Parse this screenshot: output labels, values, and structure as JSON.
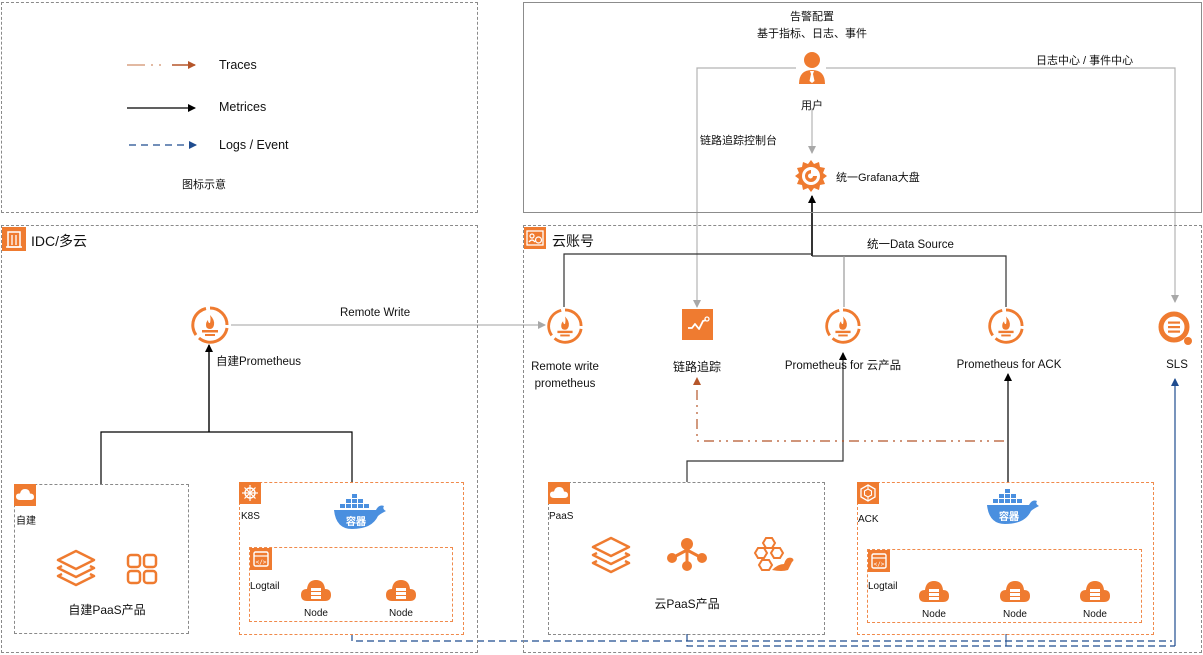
{
  "legend": {
    "title": "图标示意",
    "items": [
      {
        "label": "Traces",
        "style": "dash-dot",
        "color": "#b5562a"
      },
      {
        "label": "Metrices",
        "style": "solid",
        "color": "#000000"
      },
      {
        "label": "Logs / Event",
        "style": "dashed",
        "color": "#1f4c8f"
      }
    ]
  },
  "top_panel": {
    "alert_title": "告警配置",
    "alert_subtitle": "基于指标、日志、事件",
    "user_label": "用户",
    "log_center_label": "日志中心 / 事件中心",
    "trace_console_label": "链路追踪控制台",
    "grafana_label": "统一Grafana大盘"
  },
  "idc": {
    "title": "IDC/多云",
    "prometheus_label": "自建Prometheus",
    "remote_write_label": "Remote Write",
    "self_built": {
      "tag": "自建",
      "product_label": "自建PaaS产品"
    },
    "k8s": {
      "tag": "K8S",
      "container_label": "容器",
      "logtail_tag": "Logtail",
      "nodes": [
        "Node",
        "Node"
      ]
    }
  },
  "cloud": {
    "title": "云账号",
    "data_source_label": "统一Data Source",
    "services": [
      {
        "label": "Remote write\nprometheus",
        "line1": "Remote write",
        "line2": "prometheus",
        "icon": "prometheus-icon"
      },
      {
        "label": "链路追踪",
        "icon": "tracing-icon"
      },
      {
        "label": "Prometheus for 云产品",
        "icon": "prometheus-icon"
      },
      {
        "label": "Prometheus for ACK",
        "icon": "prometheus-icon"
      },
      {
        "label": "SLS",
        "icon": "sls-search-icon"
      }
    ],
    "paas": {
      "tag": "PaaS",
      "product_label": "云PaaS产品"
    },
    "ack": {
      "tag": "ACK",
      "container_label": "容器",
      "logtail_tag": "Logtail",
      "nodes": [
        "Node",
        "Node",
        "Node"
      ]
    }
  },
  "colors": {
    "accent": "#ef7b30",
    "docker": "#4a8fdf",
    "trace": "#b5562a",
    "logs": "#1f4c8f",
    "grey_line": "#b3b3b3"
  }
}
